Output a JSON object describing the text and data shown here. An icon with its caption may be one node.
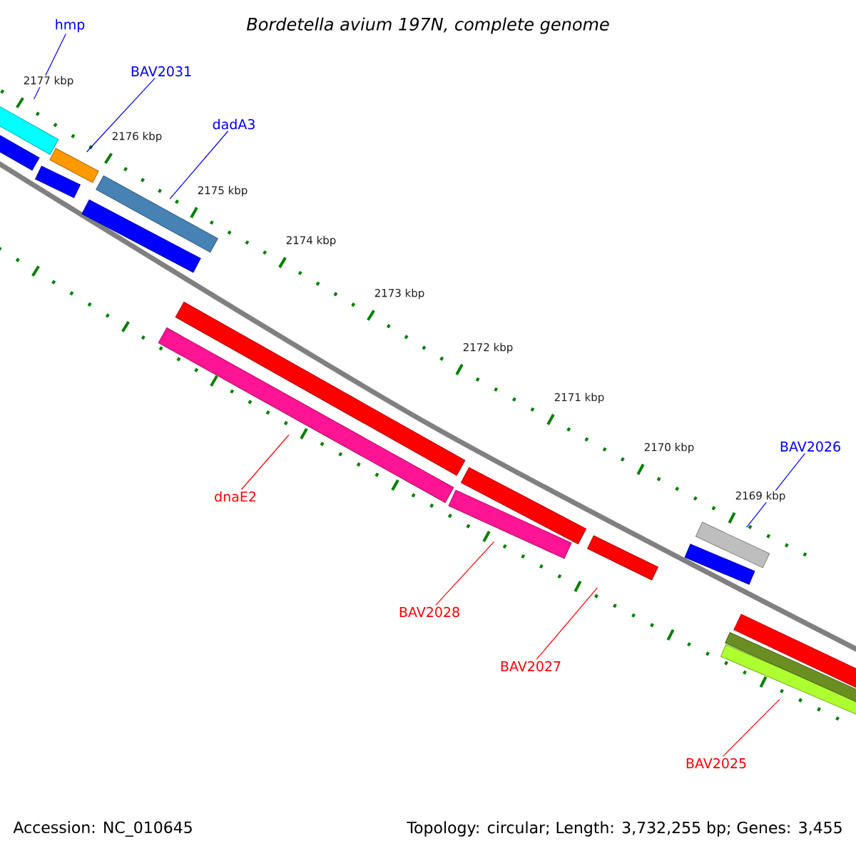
{
  "diagram": {
    "title": "Bordetella avium 197N, complete genome",
    "nodes": [
      {
        "text": [
          "hmp"
        ]
      },
      {
        "text": [],
        "shape": "bar"
      },
      {
        "text": [
          "BAV2031"
        ]
      },
      {
        "text": [],
        "shape": "bar"
      },
      {
        "text": [
          "dadA3"
        ]
      },
      {
        "text": [],
        "shape": "bar"
      },
      {
        "text": [
          "BAV2026"
        ]
      },
      {
        "text": [],
        "shape": "bar"
      },
      {
        "text": [
          "dnaE2"
        ]
      },
      {
        "text": [],
        "shape": "bar"
      },
      {
        "text": [
          "BAV2028"
        ]
      },
      {
        "text": [],
        "shape": "bar"
      },
      {
        "text": [
          "BAV2027"
        ]
      },
      {
        "text": [],
        "shape": "bar"
      },
      {
        "text": [
          "BAV2025"
        ]
      },
      {
        "text": [],
        "shape": "bar"
      },
      {
        "text": [],
        "shape": "bar"
      },
      {
        "text": [],
        "shape": "bar"
      },
      {
        "text": [],
        "shape": "bar"
      },
      {
        "text": [],
        "shape": "bar"
      },
      {
        "text": [],
        "shape": "bar"
      },
      {
        "text": [],
        "shape": "bar"
      },
      {
        "text": [],
        "shape": "bar"
      },
      {
        "text": [],
        "shape": "bar"
      }
    ],
    "edges": [
      {
        "from": 0,
        "to": 1,
        "arrow": "none"
      },
      {
        "from": 2,
        "to": 3,
        "arrow": "none"
      },
      {
        "from": 4,
        "to": 5,
        "arrow": "none"
      },
      {
        "from": 6,
        "to": 7,
        "arrow": "none"
      },
      {
        "from": 8,
        "to": 9,
        "arrow": "none",
        "color": "#ff0000"
      },
      {
        "from": 10,
        "to": 11,
        "arrow": "none",
        "color": "#ff0000"
      },
      {
        "from": 12,
        "to": 13,
        "arrow": "none",
        "color": "#ff0000"
      },
      {
        "from": 14,
        "to": 15,
        "arrow": "none",
        "color": "#ff0000"
      }
    ],
    "labels": [
      "2177 kbp",
      "2176 kbp",
      "2175 kbp",
      "2174 kbp",
      "2173 kbp",
      "2172 kbp",
      "2171 kbp",
      "2170 kbp",
      "2169 kbp",
      "Accession: NC_010645",
      "Topology: circular; Length: 3,732,255 bp; Genes: 3,455"
    ]
  }
}
